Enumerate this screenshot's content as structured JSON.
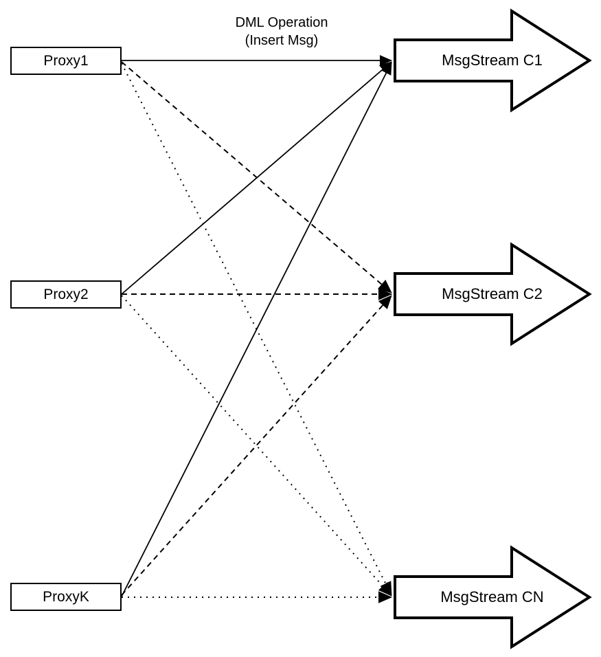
{
  "diagram": {
    "annotation": {
      "line1": "DML Operation",
      "line2": "(Insert Msg)"
    },
    "proxies": [
      {
        "label": "Proxy1"
      },
      {
        "label": "Proxy2"
      },
      {
        "label": "ProxyK"
      }
    ],
    "streams": [
      {
        "label": "MsgStream C1"
      },
      {
        "label": "MsgStream C2"
      },
      {
        "label": "MsgStream CN"
      }
    ],
    "edges": [
      {
        "from": "Proxy1",
        "to": "MsgStream C1",
        "style": "solid"
      },
      {
        "from": "Proxy2",
        "to": "MsgStream C1",
        "style": "solid"
      },
      {
        "from": "ProxyK",
        "to": "MsgStream C1",
        "style": "solid"
      },
      {
        "from": "Proxy1",
        "to": "MsgStream C2",
        "style": "dashed"
      },
      {
        "from": "Proxy2",
        "to": "MsgStream C2",
        "style": "dashed"
      },
      {
        "from": "ProxyK",
        "to": "MsgStream C2",
        "style": "dashed"
      },
      {
        "from": "Proxy1",
        "to": "MsgStream CN",
        "style": "dotted"
      },
      {
        "from": "Proxy2",
        "to": "MsgStream CN",
        "style": "dotted"
      },
      {
        "from": "ProxyK",
        "to": "MsgStream CN",
        "style": "dotted"
      }
    ],
    "colors": {
      "stroke": "#000000",
      "shape_fill": "#ffffff",
      "background": "#ffffff"
    }
  }
}
